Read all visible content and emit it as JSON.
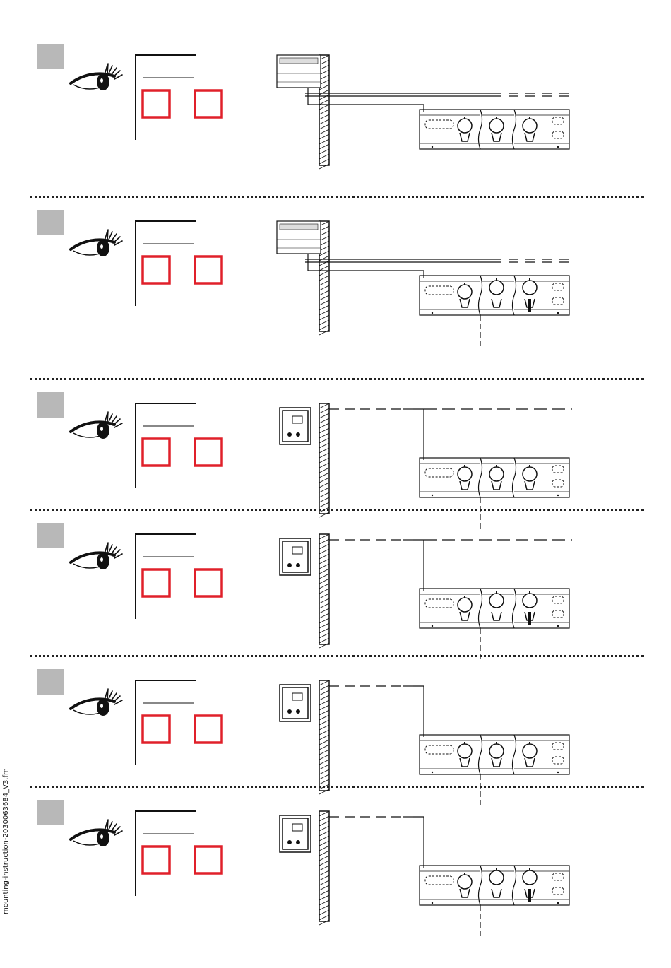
{
  "sidebar": {
    "filename": "mounting-instruction-2030063684_V3.fm"
  },
  "colors": {
    "indicator_red": "#e0202a",
    "step_square": "#b8b8b8",
    "line": "#111111"
  },
  "icons": [
    "eye-icon",
    "controller-icon",
    "wall-hatch",
    "valve-rail"
  ],
  "panels": [
    {
      "controller": "din-rail-module",
      "valves": [
        "closed",
        "closed",
        "closed"
      ]
    },
    {
      "controller": "din-rail-module",
      "valves": [
        "closed",
        "open",
        "open-drop"
      ]
    },
    {
      "controller": "room-controller",
      "valves": [
        "closed",
        "closed",
        "closed"
      ]
    },
    {
      "controller": "room-controller",
      "valves": [
        "closed",
        "open",
        "open-drop"
      ]
    },
    {
      "controller": "room-controller",
      "valves": [
        "closed",
        "closed",
        "closed"
      ]
    },
    {
      "controller": "room-controller",
      "valves": [
        "closed",
        "open",
        "open-drop"
      ]
    }
  ]
}
